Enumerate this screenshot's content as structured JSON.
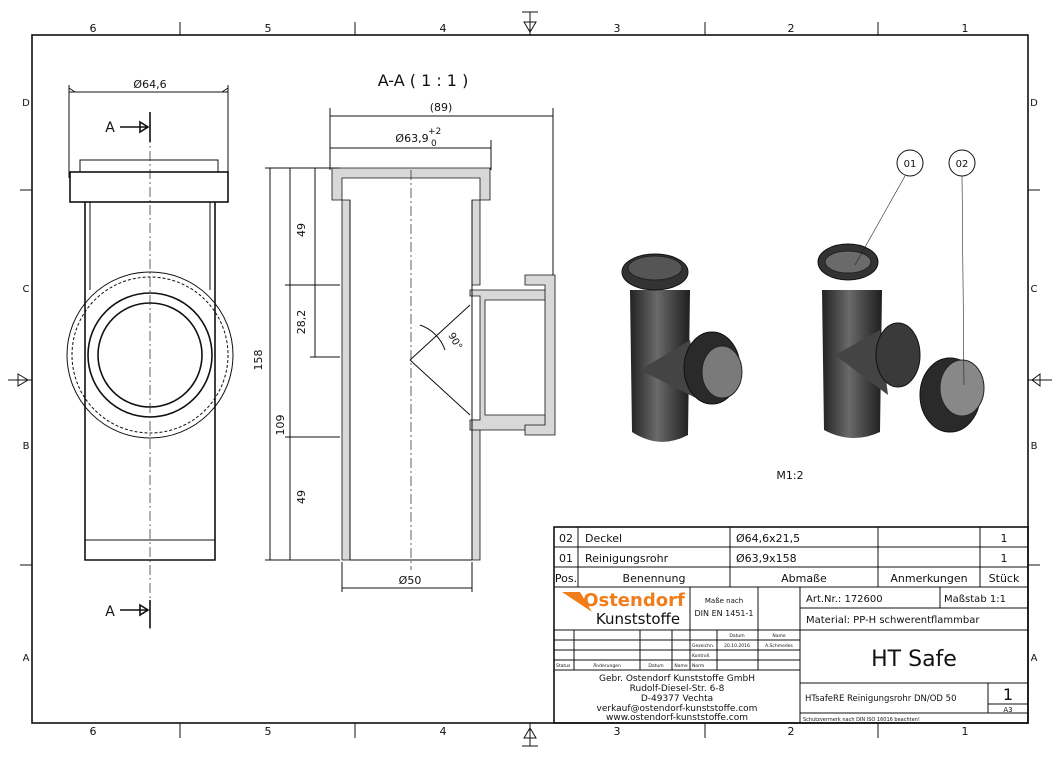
{
  "zones": {
    "columns": [
      "6",
      "5",
      "4",
      "3",
      "2",
      "1"
    ],
    "rows": [
      "D",
      "C",
      "B",
      "A"
    ]
  },
  "views": {
    "front": {
      "diameter_label": "Ø64,6",
      "section_mark": "A"
    },
    "section": {
      "title": "A-A ( 1 : 1 )",
      "overall": "(89)",
      "socket_dia": "Ø63,9",
      "tol_upper": "+2",
      "tol_lower": "0",
      "dims": [
        "49",
        "28,2",
        "158",
        "109",
        "49"
      ],
      "angle": "90°",
      "bottom_dia": "Ø50"
    },
    "iso": {
      "scale": "M1:2",
      "balloons": [
        "01",
        "02"
      ]
    }
  },
  "parts_list": {
    "rows": [
      {
        "pos": "02",
        "name": "Deckel",
        "size": "Ø64,6x21,5",
        "note": "",
        "qty": "1"
      },
      {
        "pos": "01",
        "name": "Reinigungsrohr",
        "size": "Ø63,9x158",
        "note": "",
        "qty": "1"
      }
    ],
    "headers": {
      "pos": "Pos.",
      "name": "Benennung",
      "size": "Abmaße",
      "note": "Anmerkungen",
      "qty": "Stück"
    }
  },
  "title_block": {
    "logo_top": "Ostendorf",
    "logo_bottom": "Kunststoffe",
    "standard_1": "Maße nach",
    "standard_2": "DIN EN 1451-1",
    "art_nr": "Art.Nr.: 172600",
    "scale": "Maßstab 1:1",
    "material": "Material: PP-H schwerentflammbar",
    "rev": {
      "datum": "Datum",
      "name": "Name",
      "gezeichn": "Gezeichn.",
      "date": "20.10.2016",
      "drawer": "A.Schmedes",
      "kontroll": "Kontroll.",
      "norm": "Norm",
      "status": "Status",
      "aenderungen": "Änderungen",
      "datum2": "Datum",
      "name2": "Name"
    },
    "company": [
      "Gebr. Ostendorf Kunststoffe GmbH",
      "Rudolf-Diesel-Str. 6-8",
      "D-49377 Vechta",
      "verkauf@ostendorf-kunststoffe.com",
      "www.ostendorf-kunststoffe.com"
    ],
    "title": "HT Safe",
    "description": "HTsafeRE Reinigungsrohr DN/OD 50",
    "sheet": "1",
    "format": "A3",
    "protection": "Schutzvermerk nach DIN ISO 16016 beachten!"
  },
  "colors": {
    "logo": "#f07d1a"
  }
}
